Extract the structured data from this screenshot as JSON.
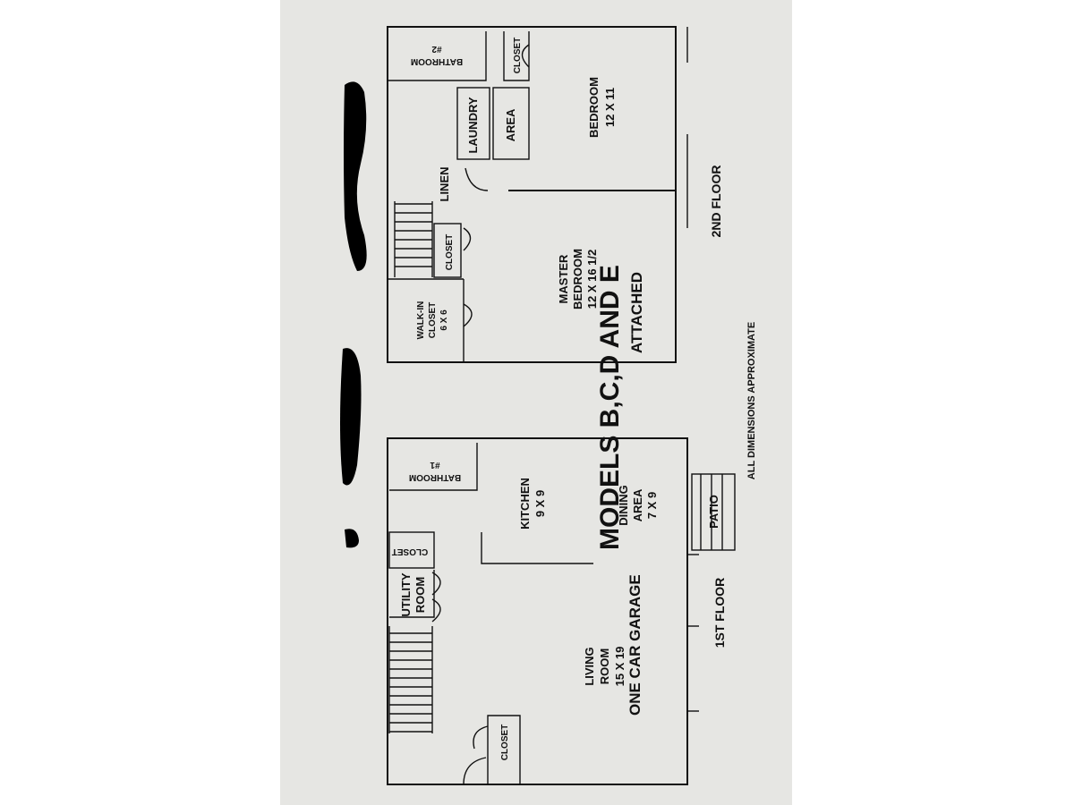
{
  "title": "MODELS B,C,D AND E",
  "subtitle_left": "ONE CAR GARAGE",
  "subtitle_right": "ATTACHED",
  "note": "ALL DIMENSIONS APPROXIMATE",
  "floors": {
    "first": {
      "label": "1ST FLOOR",
      "rooms": {
        "bathroom1": [
          "BATHROOM",
          "#1"
        ],
        "closet_top": [
          "CLOSET"
        ],
        "utility": [
          "UTILITY",
          "ROOM"
        ],
        "kitchen": [
          "KITCHEN",
          "9 X 9"
        ],
        "dining": [
          "DINING",
          "AREA",
          "7 X 9"
        ],
        "living": [
          "LIVING",
          "ROOM",
          "15 X 19"
        ],
        "closet_bottom": [
          "CLOSET"
        ],
        "patio": [
          "PATIO"
        ]
      }
    },
    "second": {
      "label": "2ND FLOOR",
      "rooms": {
        "bathroom2": [
          "BATHROOM",
          "#2"
        ],
        "closet_top": [
          "CLOSET"
        ],
        "laundry": [
          "LAUNDRY"
        ],
        "area": [
          "AREA"
        ],
        "bedroom": [
          "BEDROOM",
          "12 X 11"
        ],
        "linen": [
          "LINEN"
        ],
        "closet_mid": [
          "CLOSET"
        ],
        "master": [
          "MASTER",
          "BEDROOM",
          "12 X 16 1/2"
        ],
        "walkin": [
          "WALK-IN",
          "CLOSET",
          "6 X 6"
        ]
      }
    }
  }
}
